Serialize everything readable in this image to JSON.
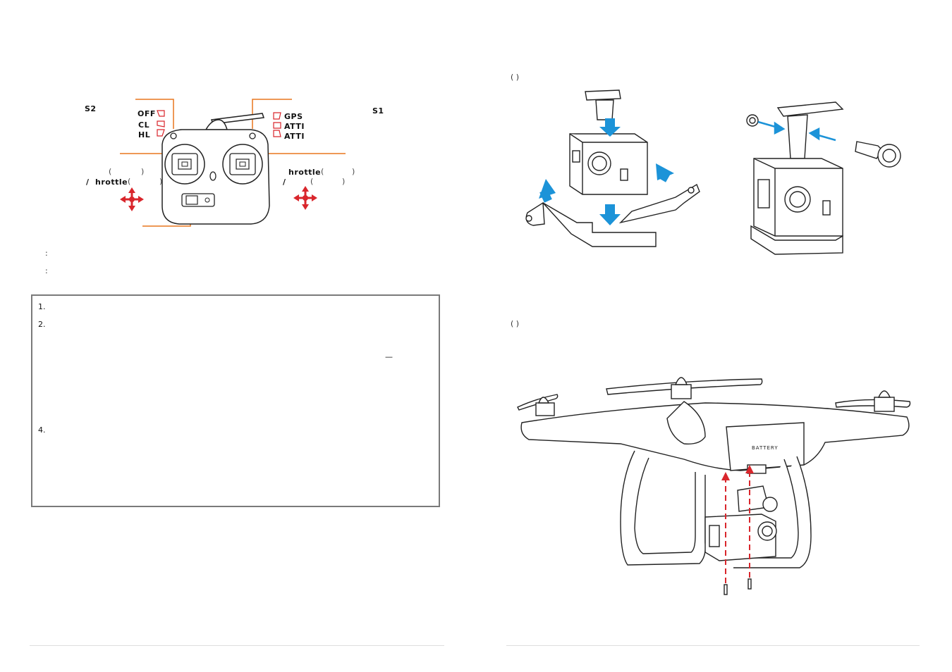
{
  "left": {
    "s2": "S2",
    "s1": "S1",
    "left_switch_labels": [
      "OFF",
      "CL",
      "HL"
    ],
    "right_switch_labels": [
      "GPS",
      "ATTI",
      "ATTI"
    ],
    "throttle_left": "hrottle",
    "throttle_left_prefix": "/",
    "throttle_right": "hrottle",
    "throttle_right_prefix": "/",
    "paren_open": "(",
    "paren_close": ")",
    "colon1": ":",
    "colon2": ":",
    "notes": [
      "1.",
      "2.",
      "4."
    ],
    "dash": "—"
  },
  "right": {
    "step1_parens": "(   )",
    "step2_parens": "(   )",
    "battery_text": "BATTERY"
  },
  "colors": {
    "orange": "#e8771e",
    "red": "#d9262c",
    "blue": "#1c93d8",
    "box_border": "#7a7a7a"
  }
}
